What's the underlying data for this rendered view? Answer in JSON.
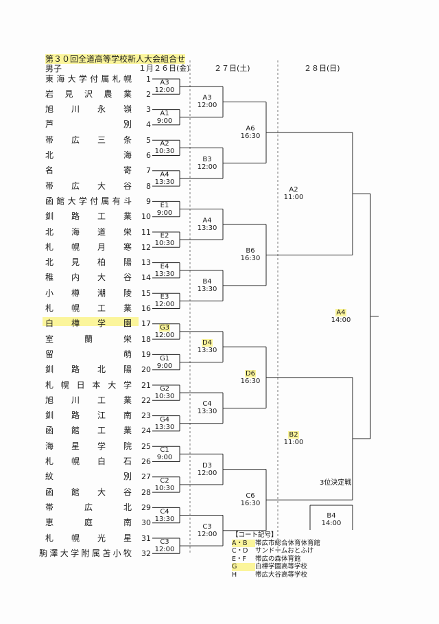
{
  "title": "第３０回全道高等学校新人大会組合せ",
  "division": "男子",
  "days": [
    {
      "label": "１月２６日(金)"
    },
    {
      "label": "２７日(土)"
    },
    {
      "label": "２８日(日)"
    }
  ],
  "teams": [
    {
      "name": "東海大学付属札幌",
      "seed": "1"
    },
    {
      "name": "岩見沢農業",
      "seed": "2"
    },
    {
      "name": "旭川永嶺",
      "seed": "3"
    },
    {
      "name": "芦別",
      "seed": "4"
    },
    {
      "name": "帯広三条",
      "seed": "5"
    },
    {
      "name": "北海",
      "seed": "6"
    },
    {
      "name": "名寄",
      "seed": "7"
    },
    {
      "name": "帯広大谷",
      "seed": "8"
    },
    {
      "name": "函館大学付属有斗",
      "seed": "9"
    },
    {
      "name": "釧路工業",
      "seed": "10"
    },
    {
      "name": "北海道栄",
      "seed": "11"
    },
    {
      "name": "札幌月寒",
      "seed": "12"
    },
    {
      "name": "北見柏陽",
      "seed": "13"
    },
    {
      "name": "稚内大谷",
      "seed": "14"
    },
    {
      "name": "小樽潮陵",
      "seed": "15"
    },
    {
      "name": "札幌工業",
      "seed": "16"
    },
    {
      "name": "白樺学園",
      "seed": "17"
    },
    {
      "name": "室蘭栄",
      "seed": "18"
    },
    {
      "name": "留萌",
      "seed": "19"
    },
    {
      "name": "釧路北陽",
      "seed": "20"
    },
    {
      "name": "札幌日本大学",
      "seed": "21"
    },
    {
      "name": "旭川工業",
      "seed": "22"
    },
    {
      "name": "釧路江南",
      "seed": "23"
    },
    {
      "name": "函館工業",
      "seed": "24"
    },
    {
      "name": "海星学院",
      "seed": "25"
    },
    {
      "name": "札幌白石",
      "seed": "26"
    },
    {
      "name": "紋別",
      "seed": "27"
    },
    {
      "name": "函館大谷",
      "seed": "28"
    },
    {
      "name": "帯広北",
      "seed": "29"
    },
    {
      "name": "恵庭南",
      "seed": "30"
    },
    {
      "name": "札幌光星",
      "seed": "31"
    },
    {
      "name": "駒澤大学附属苫小牧",
      "seed": "32"
    }
  ],
  "round1": [
    {
      "court": "A3",
      "time": "12:00"
    },
    {
      "court": "A1",
      "time": "9:00"
    },
    {
      "court": "A2",
      "time": "10:30"
    },
    {
      "court": "A4",
      "time": "13:30"
    },
    {
      "court": "E1",
      "time": "9:00"
    },
    {
      "court": "E2",
      "time": "10:30"
    },
    {
      "court": "E4",
      "time": "13:30"
    },
    {
      "court": "E3",
      "time": "12:00"
    },
    {
      "court": "G3",
      "time": "12:00"
    },
    {
      "court": "G1",
      "time": "9:00"
    },
    {
      "court": "G2",
      "time": "10:30"
    },
    {
      "court": "G4",
      "time": "13:30"
    },
    {
      "court": "C1",
      "time": "9:00"
    },
    {
      "court": "C2",
      "time": "10:30"
    },
    {
      "court": "C4",
      "time": "13:30"
    },
    {
      "court": "C3",
      "time": "12:00"
    }
  ],
  "round2": [
    {
      "court": "A3",
      "time": "12:00"
    },
    {
      "court": "B3",
      "time": "12:00"
    },
    {
      "court": "A4",
      "time": "13:30"
    },
    {
      "court": "B4",
      "time": "13:30"
    },
    {
      "court": "D4",
      "time": "13:30"
    },
    {
      "court": "C4",
      "time": "13:30"
    },
    {
      "court": "D3",
      "time": "12:00"
    },
    {
      "court": "C3",
      "time": "12:00"
    }
  ],
  "round3": [
    {
      "court": "A6",
      "time": "16:30"
    },
    {
      "court": "B6",
      "time": "16:30"
    },
    {
      "court": "D6",
      "time": "16:30"
    },
    {
      "court": "C6",
      "time": "16:30"
    }
  ],
  "semis": [
    {
      "court": "A2",
      "time": "11:00"
    },
    {
      "court": "B2",
      "time": "11:00"
    }
  ],
  "final": {
    "court": "A4",
    "time": "14:00"
  },
  "third_place": {
    "label": "3位決定戦",
    "court": "B4",
    "time": "14:00"
  },
  "legend": {
    "title": "【コート記号】",
    "rows": [
      {
        "key": "A・B",
        "value": "帯広市総合体育体育館"
      },
      {
        "key": "C・D",
        "value": "サンドームおとふけ"
      },
      {
        "key": "E・F",
        "value": "帯広の森体育館"
      },
      {
        "key": "G",
        "value": "白樺学園高等学校"
      },
      {
        "key": "H",
        "value": "帯広大谷高等学校"
      }
    ]
  },
  "highlight_color": "#fbf59b"
}
